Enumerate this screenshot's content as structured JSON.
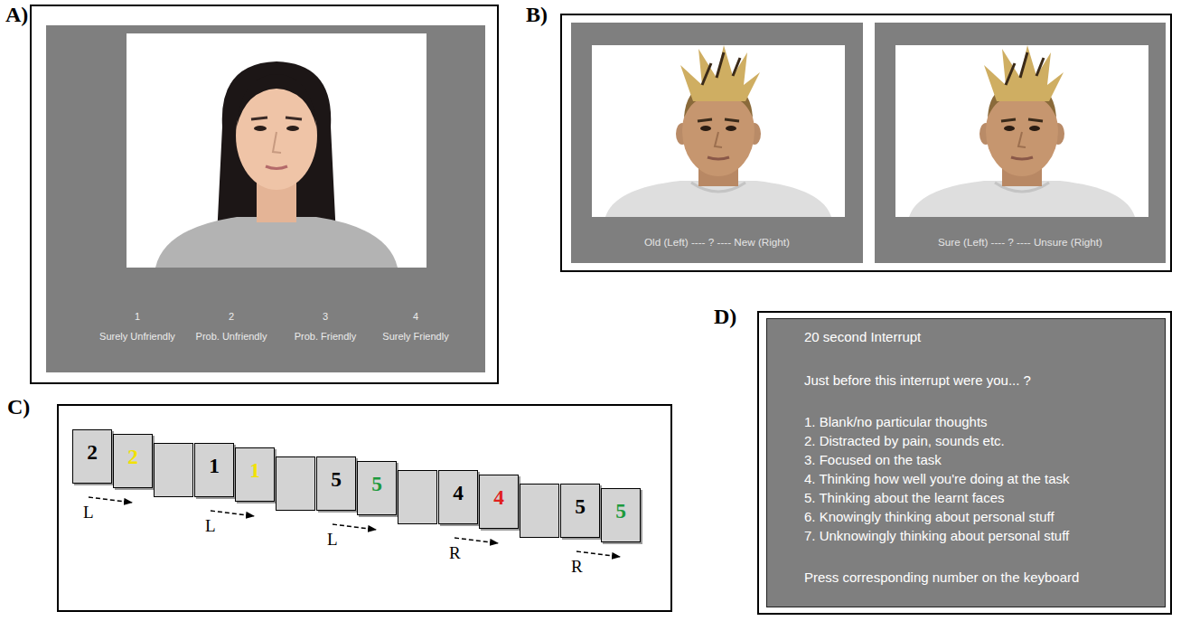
{
  "diagram": {
    "nodes": [
      {
        "text": [
          "A)"
        ]
      },
      {
        "text": [
          "1",
          "Surely Unfriendly",
          "2",
          "Prob. Unfriendly",
          "3",
          "Prob. Friendly",
          "4",
          "Surely Friendly"
        ],
        "in": 0
      },
      {
        "text": [
          "B)"
        ]
      },
      {
        "text": [
          "Old (Left) ---- ? ---- New (Right)"
        ],
        "in": 2
      },
      {
        "text": [
          "Sure (Left) ---- ? ---- Unsure (Right)"
        ],
        "in": 2
      },
      {
        "text": [
          "C)"
        ]
      },
      {
        "text": [
          "2"
        ],
        "in": 5
      },
      {
        "text": [
          "2"
        ],
        "in": 5
      },
      {
        "text": [
          "1"
        ],
        "in": 5
      },
      {
        "text": [
          "1"
        ],
        "in": 5
      },
      {
        "text": [
          "5"
        ],
        "in": 5
      },
      {
        "text": [
          "5"
        ],
        "in": 5
      },
      {
        "text": [
          "4"
        ],
        "in": 5
      },
      {
        "text": [
          "4"
        ],
        "in": 5
      },
      {
        "text": [
          "5"
        ],
        "in": 5
      },
      {
        "text": [
          "5"
        ],
        "in": 5
      },
      {
        "text": [
          "D)"
        ]
      },
      {
        "text": [
          "20 second Interrupt",
          "Just before this interrupt were you... ?",
          "1. Blank/no particular thoughts",
          "2. Distracted by pain, sounds etc.",
          "3. Focused on the task",
          "4. Thinking how well you're doing at the task",
          "5. Thinking about the learnt faces",
          "6. Knowingly thinking about personal stuff",
          "7. Unknowingly thinking about personal stuff",
          "Press corresponding number on the keyboard"
        ],
        "in": 16
      }
    ],
    "labels": [
      "L",
      "L",
      "L",
      "R",
      "R"
    ]
  }
}
